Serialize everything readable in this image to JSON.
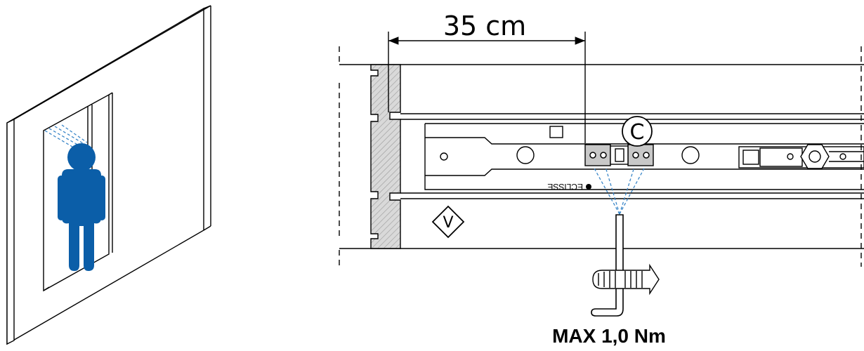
{
  "diagram": {
    "dimension_label": "35 cm",
    "torque_label": "MAX 1,0 Nm",
    "component_label": "C",
    "reference_label": "V",
    "brand_label": "ECLISSE"
  },
  "colors": {
    "person": "#0b5ea8",
    "sensor_rays": "#3a86c8",
    "hatch": "#c8c8c8",
    "line": "#000000"
  }
}
